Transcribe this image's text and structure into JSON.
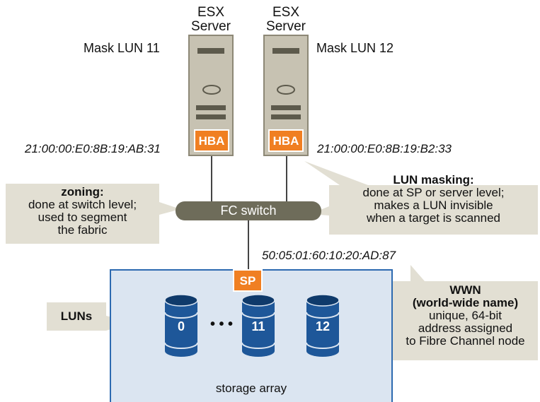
{
  "servers": [
    {
      "title_line1": "ESX",
      "title_line2": "Server",
      "mask_label": "Mask LUN 11",
      "hba_label": "HBA",
      "wwn": "21:00:00:E0:8B:19:AB:31"
    },
    {
      "title_line1": "ESX",
      "title_line2": "Server",
      "mask_label": "Mask LUN 12",
      "hba_label": "HBA",
      "wwn": "21:00:00:E0:8B:19:B2:33"
    }
  ],
  "fc_switch": {
    "label": "FC switch"
  },
  "sp": {
    "label": "SP",
    "wwn": "50:05:01:60:10:20:AD:87"
  },
  "storage_array": {
    "label": "storage array",
    "luns": [
      "0",
      "11",
      "12"
    ],
    "ellipsis": "• • •"
  },
  "callouts": {
    "zoning": {
      "heading": "zoning:",
      "lines": [
        "done at switch level;",
        "used to segment",
        "the fabric"
      ]
    },
    "lun_masking": {
      "heading": "LUN masking:",
      "lines": [
        "done at SP or server level;",
        "makes a LUN invisible",
        "when a target is scanned"
      ]
    },
    "luns": {
      "heading": "LUNs"
    },
    "wwn": {
      "heading_line1": "WWN",
      "heading_line2": "(world-wide name)",
      "lines": [
        "unique, 64-bit",
        "address assigned",
        "to Fibre Channel node"
      ]
    }
  },
  "colors": {
    "server_body": "#c7c2b2",
    "server_border": "#8d8876",
    "server_detail": "#5d5a4c",
    "hba_fill": "#f07f22",
    "hba_border": "#ffffff",
    "switch_fill": "#6e6c5a",
    "callout_fill": "#e2dfd3",
    "array_fill": "#dbe5f1",
    "array_border": "#2d6ab0",
    "lun_fill": "#1e5799",
    "lun_dark": "#0f3a6b",
    "wire": "#444444"
  }
}
